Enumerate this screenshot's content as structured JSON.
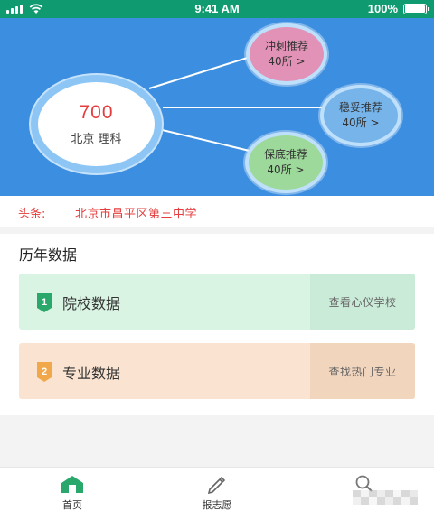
{
  "status_bar": {
    "time": "9:41 AM",
    "battery": "100%"
  },
  "hero": {
    "score": "700",
    "region": "北京 理科",
    "nodes": [
      {
        "title": "冲刺推荐",
        "count": "40所 >",
        "color": "#e292b6"
      },
      {
        "title": "稳妥推荐",
        "count": "40所 >",
        "color": "#76b4ea"
      },
      {
        "title": "保底推荐",
        "count": "40所 >",
        "color": "#9dd99b"
      }
    ]
  },
  "headline": {
    "label": "头条:",
    "text": "北京市昌平区第三中学"
  },
  "history": {
    "title": "历年数据",
    "cards": [
      {
        "title": "院校数据",
        "action": "查看心仪学校",
        "badge": "1",
        "badge_color": "#2aa86b"
      },
      {
        "title": "专业数据",
        "action": "查找热门专业",
        "badge": "2",
        "badge_color": "#f0a84a"
      }
    ]
  },
  "tabbar": {
    "items": [
      {
        "label": "首页",
        "icon": "home-icon"
      },
      {
        "label": "报志愿",
        "icon": "pencil-icon"
      },
      {
        "label": "",
        "icon": "search-icon"
      }
    ]
  },
  "colors": {
    "primary": "#0f9a6f",
    "hero_bg": "#3c8fe0",
    "accent_red": "#e53d3d"
  }
}
